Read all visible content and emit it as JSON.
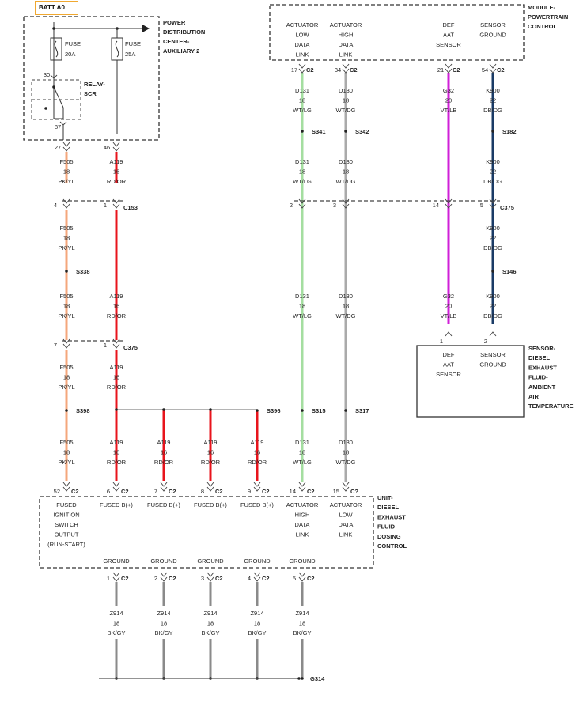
{
  "batt_label": "BATT A0",
  "modules": {
    "pdc": {
      "title": [
        "POWER",
        "DISTRIBUTION",
        "CENTER-",
        "AUXILIARY 2"
      ]
    },
    "pcm": {
      "title": [
        "MODULE-",
        "POWERTRAIN",
        "CONTROL"
      ],
      "pins": [
        {
          "label": [
            "ACTUATOR",
            "LOW",
            "DATA",
            "LINK"
          ],
          "pin": "17",
          "conn": "C2"
        },
        {
          "label": [
            "ACTUATOR",
            "HIGH",
            "DATA",
            "LINK"
          ],
          "pin": "34",
          "conn": "C2"
        },
        {
          "label": [
            "DEF",
            "AAT",
            "SENSOR"
          ],
          "pin": "21",
          "conn": "C2"
        },
        {
          "label": [
            "SENSOR",
            "GROUND"
          ],
          "pin": "54",
          "conn": "C2"
        }
      ]
    },
    "sensor": {
      "title": [
        "SENSOR-",
        "DIESEL",
        "EXHAUST",
        "FLUID-",
        "AMBIENT",
        "AIR",
        "TEMPERATURE"
      ],
      "pins": [
        {
          "label": [
            "DEF",
            "AAT",
            "SENSOR"
          ],
          "pin": "1"
        },
        {
          "label": [
            "SENSOR",
            "GROUND"
          ],
          "pin": "2"
        }
      ]
    },
    "dosing": {
      "title": [
        "UNIT-",
        "DIESEL",
        "EXHAUST",
        "FLUID-",
        "DOSING",
        "CONTROL"
      ],
      "pins": [
        {
          "label": [
            "FUSED",
            "IGNITION",
            "SWITCH",
            "OUTPUT",
            "(RUN-START)"
          ],
          "pin": "52",
          "conn": "C2"
        },
        {
          "label": [
            "FUSED B(+)"
          ],
          "pin": "6",
          "conn": "C2"
        },
        {
          "label": [
            "FUSED B(+)"
          ],
          "pin": "7",
          "conn": "C2"
        },
        {
          "label": [
            "FUSED B(+)"
          ],
          "pin": "8",
          "conn": "C2"
        },
        {
          "label": [
            "FUSED B(+)"
          ],
          "pin": "9",
          "conn": "C2"
        },
        {
          "label": [
            "ACTUATOR",
            "HIGH",
            "DATA",
            "LINK"
          ],
          "pin": "14",
          "conn": "C2"
        },
        {
          "label": [
            "ACTUATOR",
            "LOW",
            "DATA",
            "LINK"
          ],
          "pin": "15",
          "conn": "C?"
        }
      ],
      "grounds": [
        {
          "label": "GROUND",
          "pin": "1",
          "conn": "C2"
        },
        {
          "label": "GROUND",
          "pin": "2",
          "conn": "C2"
        },
        {
          "label": "GROUND",
          "pin": "3",
          "conn": "C2"
        },
        {
          "label": "GROUND",
          "pin": "4",
          "conn": "C2"
        },
        {
          "label": "GROUND",
          "pin": "5",
          "conn": "C2"
        }
      ]
    }
  },
  "fuses": [
    {
      "label": "FUSE",
      "rating": "20A"
    },
    {
      "label": "FUSE",
      "rating": "25A"
    }
  ],
  "relay": {
    "label": [
      "RELAY-",
      "SCR"
    ],
    "pin_in": "30",
    "pin_out": "87"
  },
  "pdc_outputs": [
    {
      "pin": "27"
    },
    {
      "pin": "46"
    }
  ],
  "connectors": {
    "c153": {
      "name": "C153",
      "pins": [
        "4",
        "1"
      ]
    },
    "c375a": {
      "name": "C375",
      "pins": [
        "2",
        "3",
        "14",
        "5"
      ]
    },
    "c375b": {
      "name": "C375",
      "pins": [
        "7",
        "1"
      ]
    }
  },
  "splices": {
    "s338": "S338",
    "s341": "S341",
    "s342": "S342",
    "s182": "S182",
    "s146": "S146",
    "s398": "S398",
    "s396": "S396",
    "s315": "S315",
    "s317": "S317"
  },
  "wires": {
    "f505": [
      "F505",
      "18",
      "PK/YL"
    ],
    "a119": [
      "A119",
      "16",
      "RD/OR"
    ],
    "d131": [
      "D131",
      "18",
      "WT/LG"
    ],
    "d130": [
      "D130",
      "18",
      "WT/DG"
    ],
    "g32": [
      "G32",
      "20",
      "VT/LB"
    ],
    "k900": [
      "K900",
      "22",
      "DB/DG"
    ],
    "z914": [
      "Z914",
      "18",
      "BK/GY"
    ]
  },
  "ground": "G314",
  "colors": {
    "f505": "#f4a77c",
    "a119": "#e8141c",
    "d131": "#a4dea0",
    "d130": "#aaaaaa",
    "g32": "#d020d8",
    "k900": "#1a3b66",
    "z914": "#8a8a8a",
    "box": "#333333"
  }
}
